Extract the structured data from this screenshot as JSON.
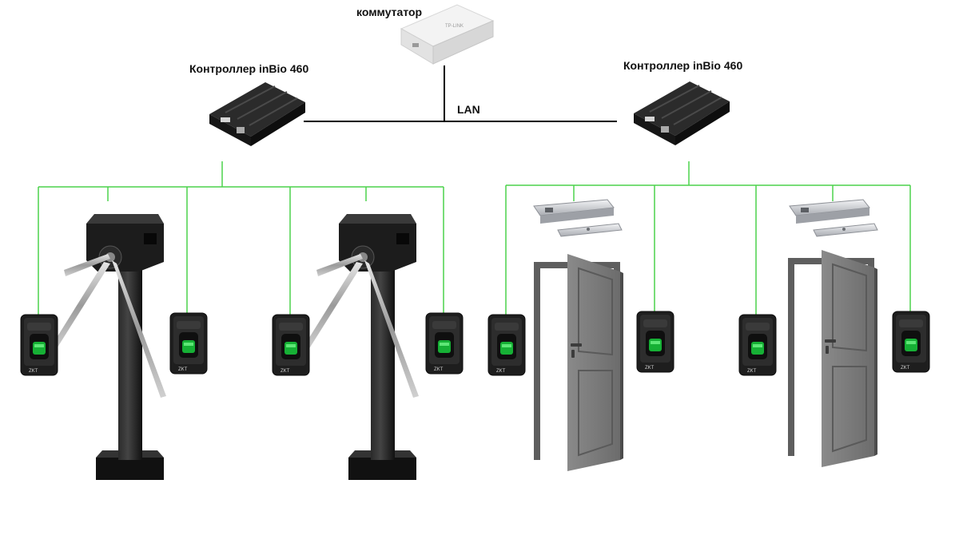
{
  "labels": {
    "switch": "коммутатор",
    "controller_left": "Контроллер inBio 460",
    "controller_right": "Контроллер inBio 460",
    "lan": "LAN"
  },
  "colors": {
    "lan_line": "#000000",
    "wiring": "#4cd24c",
    "switch_body": "#eeeeee",
    "controller_body": "#1c1c1c",
    "turnstile": "#1a1a1a",
    "arm": "#b9b9b9",
    "door": "#7a7a7a",
    "door_frame": "#5e5e5e",
    "reader": "#222222",
    "reader_sensor": "#17c23a",
    "maglock": "#c9ccd1"
  },
  "devices": {
    "switch_icon": "network-switch",
    "controller_icon": "access-controller",
    "turnstile_icon": "tripod-turnstile",
    "door_icon": "door",
    "reader_icon": "fingerprint-reader",
    "lock_icon": "electromagnetic-lock",
    "reader_brand": "ZKT",
    "switch_brand": "TP-LINK"
  }
}
